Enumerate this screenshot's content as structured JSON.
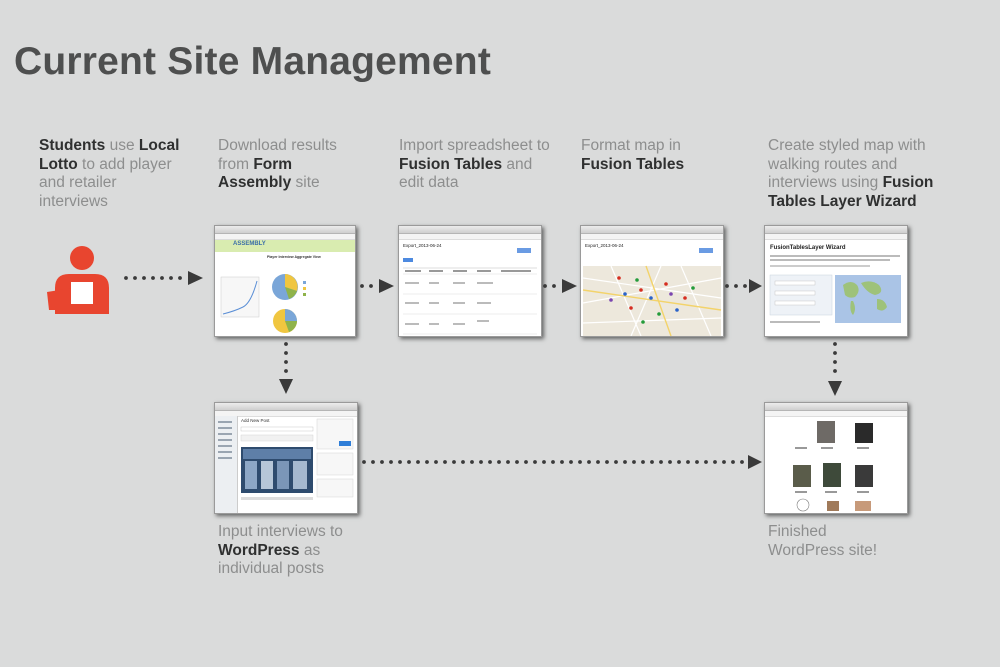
{
  "title": "Current Site Management",
  "steps": [
    {
      "html_parts": [
        {
          "t": "Students",
          "b": true
        },
        {
          "t": " use ",
          "b": false
        },
        {
          "t": "Local Lotto",
          "b": true
        },
        {
          "t": " to add player and retailer interviews",
          "b": false
        }
      ]
    },
    {
      "html_parts": [
        {
          "t": "Download results from ",
          "b": false
        },
        {
          "t": "Form Assembly",
          "b": true
        },
        {
          "t": " site",
          "b": false
        }
      ]
    },
    {
      "html_parts": [
        {
          "t": "Import spreadsheet to ",
          "b": false
        },
        {
          "t": "Fusion Tables",
          "b": true
        },
        {
          "t": " and edit data",
          "b": false
        }
      ]
    },
    {
      "html_parts": [
        {
          "t": "Format map in ",
          "b": false
        },
        {
          "t": "Fusion Tables",
          "b": true
        }
      ]
    },
    {
      "html_parts": [
        {
          "t": "Create styled map with walking routes and interviews using ",
          "b": false
        },
        {
          "t": "Fusion Tables Layer Wizard",
          "b": true
        }
      ]
    }
  ],
  "captions": {
    "wordpress_input": [
      {
        "t": "Input interviews to ",
        "b": false
      },
      {
        "t": "WordPress",
        "b": true
      },
      {
        "t": " as individual posts",
        "b": false
      }
    ],
    "finished": [
      {
        "t": "Finished WordPress site!",
        "b": false
      }
    ]
  },
  "screens": {
    "form_assembly": {
      "logo": "ASSEMBLY",
      "heading": "Player Interview Aggregate View"
    },
    "fusion_table": {
      "heading": "Export_2013-06-24"
    },
    "fusion_map": {
      "heading": "Export_2013-06-24"
    },
    "layer_wizard": {
      "heading": "FusionTablesLayer Wizard"
    },
    "wordpress_edit": {
      "heading": "Add New Post"
    }
  },
  "colors": {
    "accent": "#e8452f",
    "title": "#4e4f4f",
    "bold_text": "#2f3030",
    "muted_text": "#8d8e8e",
    "background": "#dadbdb",
    "arrow": "#3a3a3a"
  }
}
